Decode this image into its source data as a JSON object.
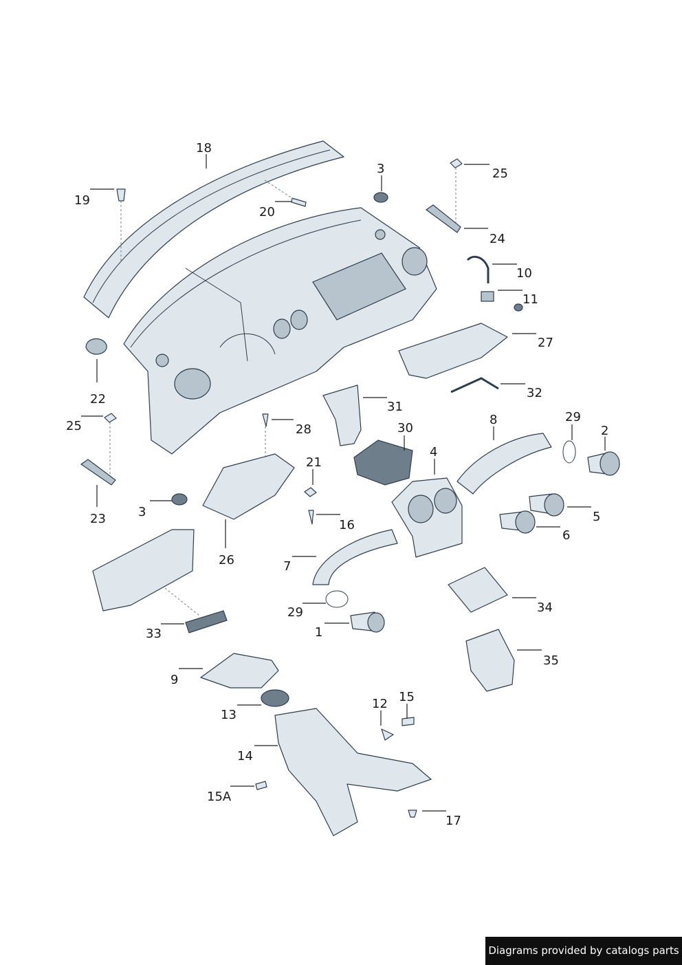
{
  "callouts": [
    {
      "id": "c18",
      "text": "18"
    },
    {
      "id": "c19",
      "text": "19"
    },
    {
      "id": "c20",
      "text": "20"
    },
    {
      "id": "c3a",
      "text": "3"
    },
    {
      "id": "c25a",
      "text": "25"
    },
    {
      "id": "c24",
      "text": "24"
    },
    {
      "id": "c10",
      "text": "10"
    },
    {
      "id": "c11",
      "text": "11"
    },
    {
      "id": "c27",
      "text": "27"
    },
    {
      "id": "c32",
      "text": "32"
    },
    {
      "id": "c22",
      "text": "22"
    },
    {
      "id": "c31",
      "text": "31"
    },
    {
      "id": "c25b",
      "text": "25"
    },
    {
      "id": "c28",
      "text": "28"
    },
    {
      "id": "c30",
      "text": "30"
    },
    {
      "id": "c8",
      "text": "8"
    },
    {
      "id": "c29a",
      "text": "29"
    },
    {
      "id": "c2",
      "text": "2"
    },
    {
      "id": "c4",
      "text": "4"
    },
    {
      "id": "c21",
      "text": "21"
    },
    {
      "id": "c23",
      "text": "23"
    },
    {
      "id": "c3b",
      "text": "3"
    },
    {
      "id": "c5",
      "text": "5"
    },
    {
      "id": "c16",
      "text": "16"
    },
    {
      "id": "c6",
      "text": "6"
    },
    {
      "id": "c26",
      "text": "26"
    },
    {
      "id": "c7",
      "text": "7"
    },
    {
      "id": "c34",
      "text": "34"
    },
    {
      "id": "c29b",
      "text": "29"
    },
    {
      "id": "c1",
      "text": "1"
    },
    {
      "id": "c33",
      "text": "33"
    },
    {
      "id": "c35",
      "text": "35"
    },
    {
      "id": "c9",
      "text": "9"
    },
    {
      "id": "c12",
      "text": "12"
    },
    {
      "id": "c15",
      "text": "15"
    },
    {
      "id": "c13",
      "text": "13"
    },
    {
      "id": "c14",
      "text": "14"
    },
    {
      "id": "c15A",
      "text": "15A"
    },
    {
      "id": "c17",
      "text": "17"
    }
  ],
  "credit": "Diagrams provided by catalogs parts"
}
